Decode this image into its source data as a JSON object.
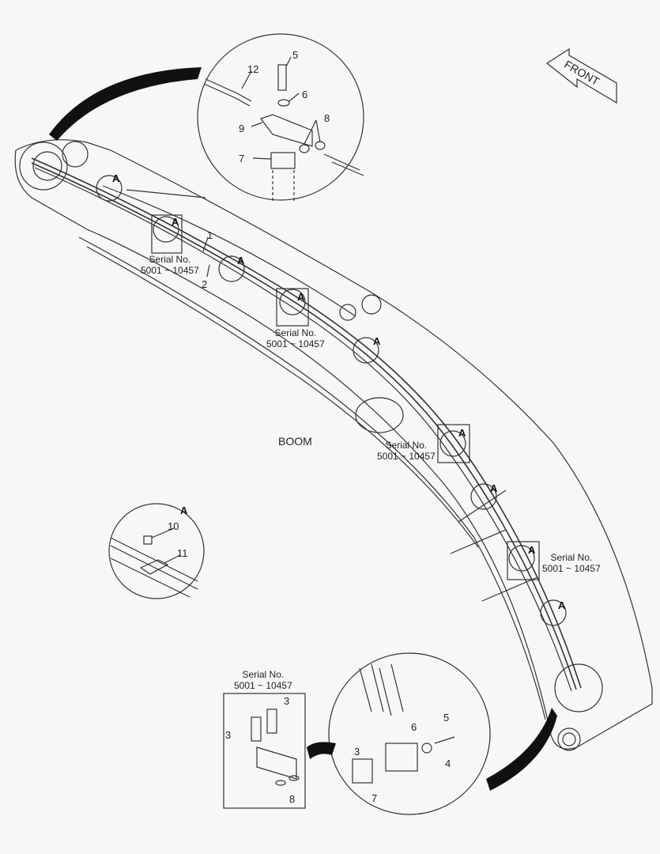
{
  "diagram": {
    "title": "BOOM",
    "front_arrow": "FRONT",
    "detail_view_label": "A",
    "serial_note": {
      "line1": "Serial No.",
      "line2": "5001 ~ 10457"
    },
    "top_detail": {
      "callouts": [
        "5",
        "6",
        "8",
        "9",
        "7",
        "12"
      ]
    },
    "detail_a": {
      "callouts": [
        "10",
        "11"
      ]
    },
    "boom_callouts": [
      "1",
      "2"
    ],
    "bottom_left_detail": {
      "callouts": [
        "3",
        "3",
        "8"
      ]
    },
    "bottom_right_detail": {
      "callouts": [
        "5",
        "6",
        "4",
        "3",
        "7"
      ]
    },
    "colors": {
      "background": "#f7f7f7",
      "line": "#222222"
    }
  }
}
